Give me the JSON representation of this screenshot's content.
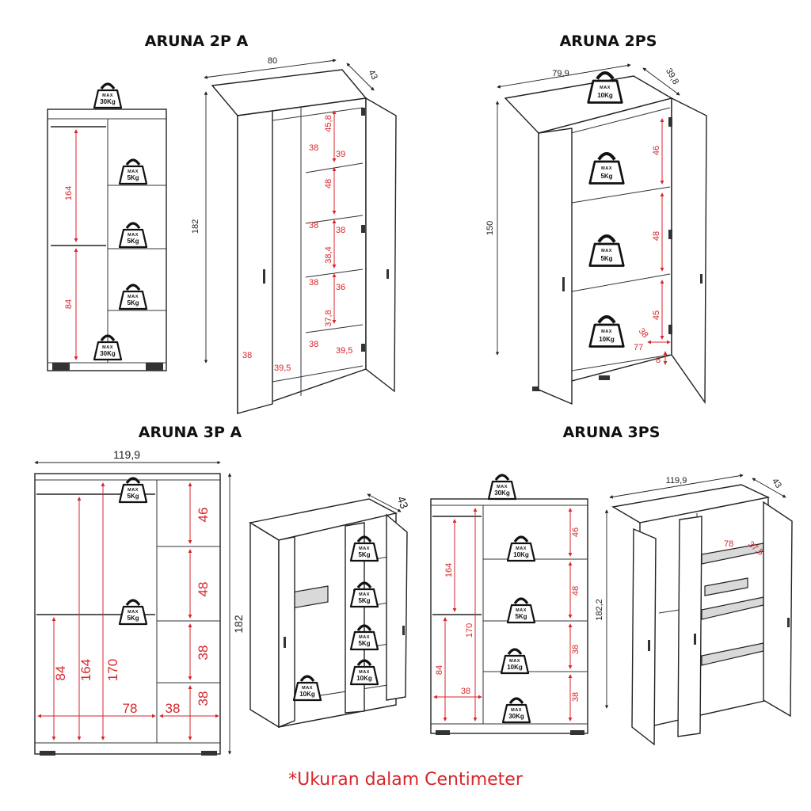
{
  "colors": {
    "dimension_red": "#d8262b",
    "outline": "#222222",
    "background": "#ffffff"
  },
  "footer_note": "*Ukuran dalam Centimeter",
  "products": [
    {
      "id": "aruna-2p-a",
      "title": "ARUNA 2P A",
      "dims": {
        "width": "80",
        "depth": "43",
        "height": "182",
        "hang_high": "164",
        "hang_low": "84",
        "shelf_h1": "45,8",
        "shelf_h2": "48",
        "shelf_h3": "38,4",
        "shelf_h4": "37,8",
        "shelf_w": "38",
        "shelf_d1": "39",
        "shelf_d2": "38",
        "shelf_d3": "36",
        "shelf_d4": "39,5",
        "bottom_w": "38",
        "bottom_d": "39,5"
      },
      "weights": [
        {
          "id": "top",
          "max": "MAX",
          "kg": "30Kg"
        },
        {
          "id": "shelf-1",
          "max": "MAX",
          "kg": "5Kg"
        },
        {
          "id": "shelf-2",
          "max": "MAX",
          "kg": "5Kg"
        },
        {
          "id": "shelf-3",
          "max": "MAX",
          "kg": "5Kg"
        },
        {
          "id": "bottom",
          "max": "MAX",
          "kg": "30Kg"
        }
      ]
    },
    {
      "id": "aruna-2ps",
      "title": "ARUNA 2PS",
      "dims": {
        "width": "79,9",
        "depth": "39,8",
        "height": "150",
        "shelf_h1": "46",
        "shelf_h2": "48",
        "shelf_h3": "45",
        "inner_w": "77",
        "inner_d": "38",
        "plinth": "8"
      },
      "weights": [
        {
          "id": "top",
          "max": "MAX",
          "kg": "10Kg"
        },
        {
          "id": "shelf-1",
          "max": "MAX",
          "kg": "5Kg"
        },
        {
          "id": "shelf-2",
          "max": "MAX",
          "kg": "5Kg"
        },
        {
          "id": "bottom",
          "max": "MAX",
          "kg": "10Kg"
        }
      ]
    },
    {
      "id": "aruna-3p-a",
      "title": "ARUNA 3P A",
      "dims": {
        "width": "119,9",
        "depth": "43",
        "height": "182",
        "shelf_h1": "46",
        "shelf_h2": "48",
        "shelf_h3": "38",
        "shelf_h4": "38",
        "hang_low": "84",
        "hang_high": "164",
        "full_h": "170",
        "left_w": "78",
        "right_w": "38"
      },
      "weights": [
        {
          "id": "rail-top",
          "max": "MAX",
          "kg": "5Kg"
        },
        {
          "id": "rail-mid",
          "max": "MAX",
          "kg": "5Kg"
        },
        {
          "id": "iso-shelf-1",
          "max": "MAX",
          "kg": "5Kg"
        },
        {
          "id": "iso-shelf-2",
          "max": "MAX",
          "kg": "5Kg"
        },
        {
          "id": "iso-shelf-3",
          "max": "MAX",
          "kg": "5Kg"
        },
        {
          "id": "iso-shelf-4",
          "max": "MAX",
          "kg": "10Kg"
        },
        {
          "id": "iso-bottom",
          "max": "MAX",
          "kg": "10Kg"
        }
      ]
    },
    {
      "id": "aruna-3ps",
      "title": "ARUNA 3PS",
      "dims": {
        "width": "119,9",
        "depth": "43",
        "height": "182,2",
        "shelf_h1": "46",
        "shelf_h2": "48",
        "shelf_h3": "38",
        "shelf_h4": "38",
        "hang_high": "164",
        "full_h": "170",
        "hang_low": "84",
        "left_w": "38",
        "iso_w": "78",
        "iso_d": "37,5"
      },
      "weights": [
        {
          "id": "top",
          "max": "MAX",
          "kg": "30Kg"
        },
        {
          "id": "shelf-1",
          "max": "MAX",
          "kg": "10Kg"
        },
        {
          "id": "shelf-2",
          "max": "MAX",
          "kg": "5Kg"
        },
        {
          "id": "shelf-3",
          "max": "MAX",
          "kg": "10Kg"
        },
        {
          "id": "bottom",
          "max": "MAX",
          "kg": "30Kg"
        }
      ]
    }
  ]
}
